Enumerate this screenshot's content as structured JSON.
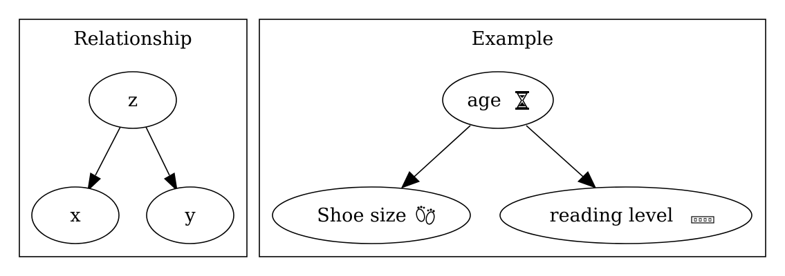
{
  "clusters": {
    "relationship": {
      "title": "Relationship",
      "nodes": {
        "z": "z",
        "x": "x",
        "y": "y"
      }
    },
    "example": {
      "title": "Example",
      "nodes": {
        "age": "age",
        "shoe_size": "Shoe size",
        "reading_level": "reading level"
      }
    }
  },
  "edges": [
    {
      "from": "z",
      "to": "x"
    },
    {
      "from": "z",
      "to": "y"
    },
    {
      "from": "age",
      "to": "Shoe size"
    },
    {
      "from": "age",
      "to": "reading level"
    }
  ],
  "icons": {
    "age": "hourglass-icon",
    "shoe_size": "footprints-icon",
    "reading_level": "books-icon"
  },
  "colors": {
    "stroke": "#000000",
    "fill": "#ffffff"
  }
}
